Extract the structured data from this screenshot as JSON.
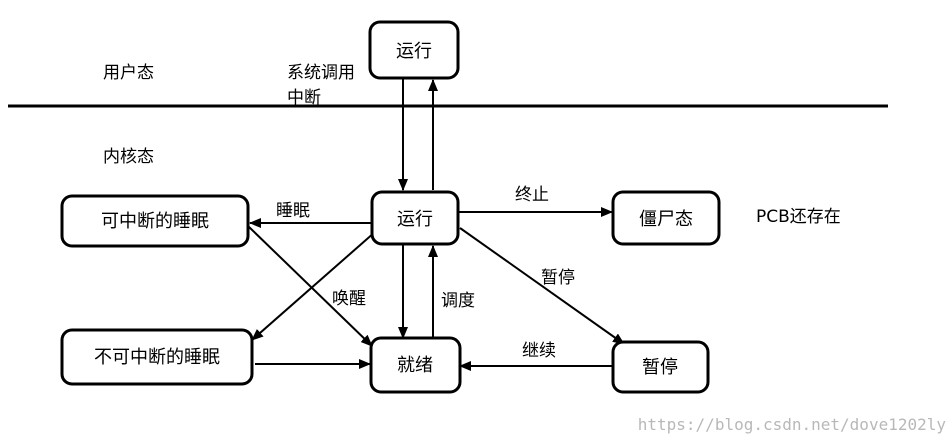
{
  "regions": {
    "user_mode": "用户态",
    "kernel_mode": "内核态"
  },
  "nodes": {
    "run_user": "运行",
    "run_kernel": "运行",
    "interruptible_sleep": "可中断的睡眠",
    "uninterruptible_sleep": "不可中断的睡眠",
    "ready": "就绪",
    "zombie": "僵尸态",
    "stopped": "暂停"
  },
  "edge_labels": {
    "syscall_line1": "系统调用",
    "syscall_line2": "中断",
    "sleep": "睡眠",
    "wakeup": "唤醒",
    "schedule": "调度",
    "terminate": "终止",
    "pause": "暂停",
    "resume": "继续"
  },
  "annotations": {
    "pcb_note": "PCB还存在"
  },
  "watermark": "https://blog.csdn.net/dove1202ly"
}
